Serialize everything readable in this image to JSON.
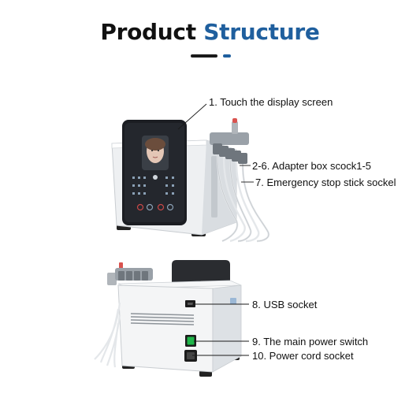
{
  "title": {
    "word_dark": "Product",
    "word_blue": "Structure"
  },
  "colors": {
    "title_dark": "#111111",
    "title_blue": "#1f5f9e",
    "device_body": "#f4f5f6",
    "screen": "#1b1d22",
    "power_switch": "#1fb64a"
  },
  "callouts": [
    {
      "text": "1. Touch the display screen"
    },
    {
      "text": "2-6. Adapter box scock1-5"
    },
    {
      "text": "7. Emergency stop stick sockel"
    },
    {
      "text": "8. USB socket"
    },
    {
      "text": "9. The main power switch"
    },
    {
      "text": "10. Power cord socket"
    }
  ]
}
